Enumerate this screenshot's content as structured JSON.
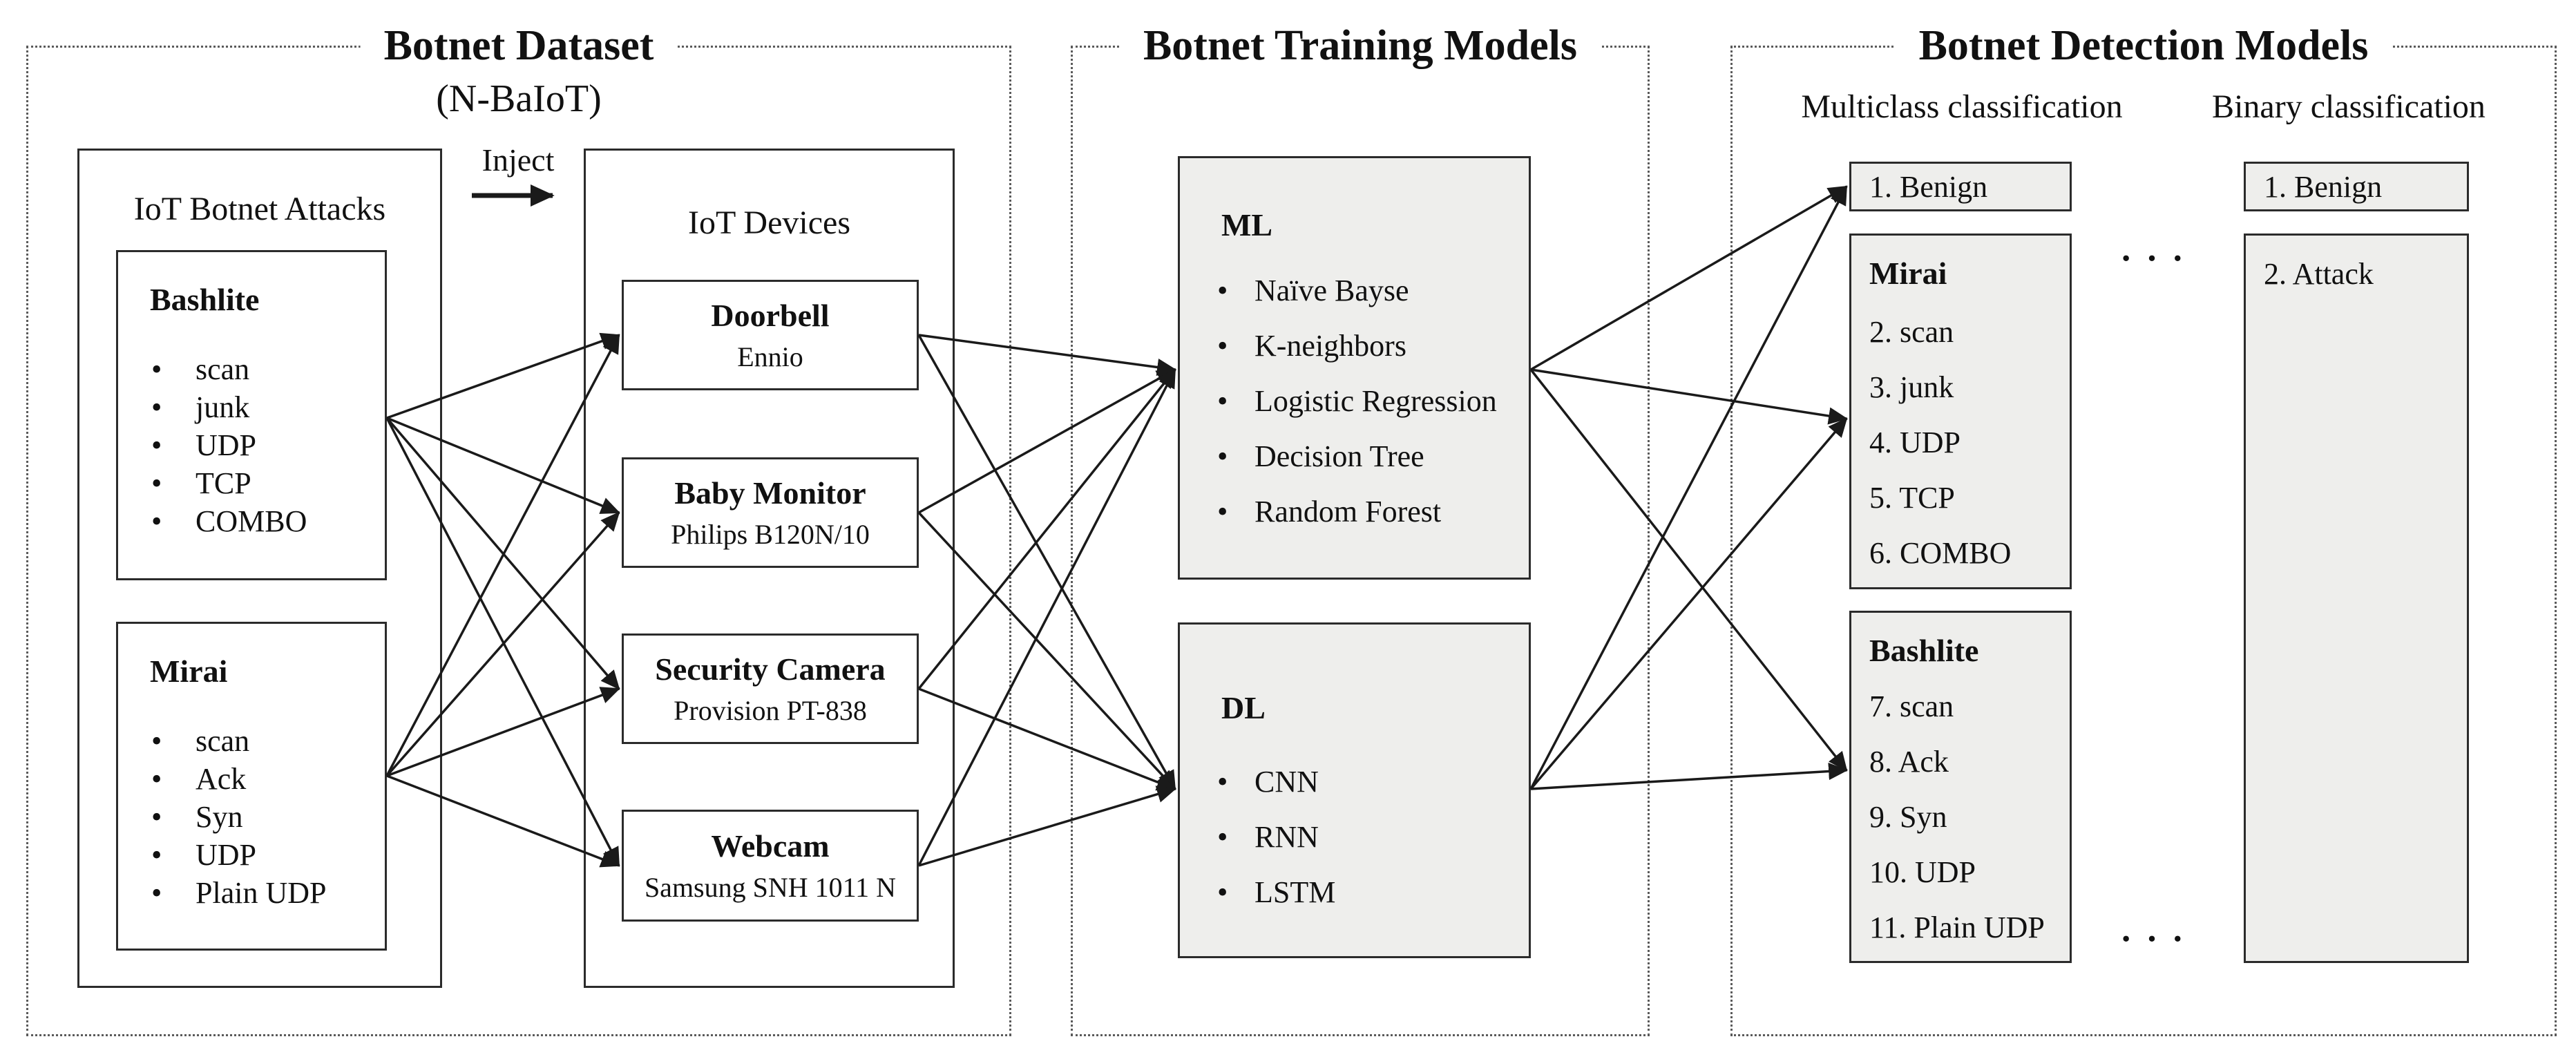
{
  "diagram": {
    "dataset": {
      "title": "Botnet Dataset",
      "subtitle": "(N-BaIoT)",
      "attacks_label": "IoT Botnet Attacks",
      "bashlite": {
        "title": "Bashlite",
        "items": [
          "scan",
          "junk",
          "UDP",
          "TCP",
          "COMBO"
        ]
      },
      "mirai": {
        "title": "Mirai",
        "items": [
          "scan",
          "Ack",
          "Syn",
          "UDP",
          "Plain UDP"
        ]
      },
      "inject_label": "Inject",
      "devices_label": "IoT Devices",
      "devices": [
        {
          "name": "Doorbell",
          "model": "Ennio"
        },
        {
          "name": "Baby Monitor",
          "model": "Philips B120N/10"
        },
        {
          "name": "Security Camera",
          "model": "Provision PT-838"
        },
        {
          "name": "Webcam",
          "model": "Samsung SNH 1011 N"
        }
      ]
    },
    "training": {
      "title": "Botnet Training Models",
      "ml": {
        "title": "ML",
        "items": [
          "Naïve Bayse",
          "K-neighbors",
          "Logistic Regression",
          "Decision Tree",
          "Random Forest"
        ]
      },
      "dl": {
        "title": "DL",
        "items": [
          "CNN",
          "RNN",
          "LSTM"
        ]
      }
    },
    "detection": {
      "title": "Botnet Detection Models",
      "multiclass_header": "Multiclass classification",
      "binary_header": "Binary classification",
      "multiclass_benign": "1. Benign",
      "multiclass_mirai": {
        "title": "Mirai",
        "items": [
          "2. scan",
          "3. junk",
          "4. UDP",
          "5. TCP",
          "6. COMBO"
        ]
      },
      "multiclass_bashlite": {
        "title": "Bashlite",
        "items": [
          "7. scan",
          "8. Ack",
          "9. Syn",
          "10. UDP",
          "11. Plain UDP"
        ]
      },
      "binary_benign": "1. Benign",
      "binary_attack": "2. Attack",
      "ellipsis": "···"
    }
  },
  "colors": {
    "box_fill": "#eeeeec",
    "line_color": "#1a1a1a",
    "border_color": "#2b2b2b",
    "text_color": "#111111"
  }
}
